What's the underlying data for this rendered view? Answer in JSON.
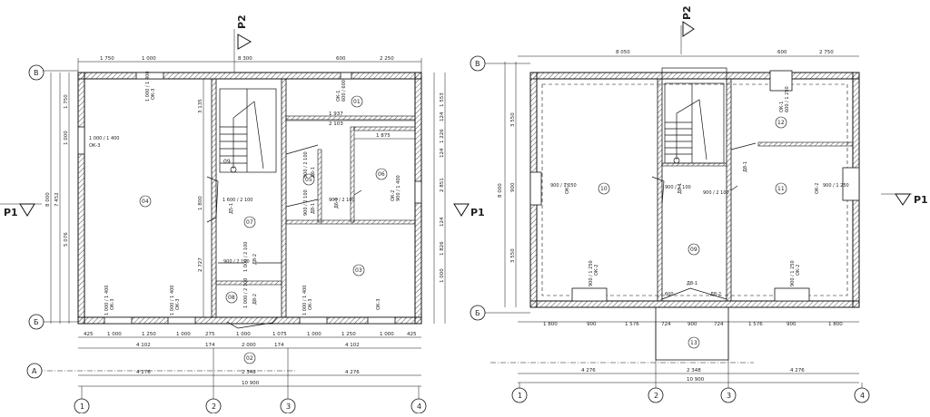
{
  "watermark": "",
  "left_plan": {
    "top_dims": [
      "1 750",
      "1 000",
      "8 300",
      "600",
      "2 250"
    ],
    "left_dims_outer": [
      "8 000"
    ],
    "left_dims_mid": [
      "7 452"
    ],
    "left_dims_inner": [
      "1 750",
      "1 000",
      "5 076"
    ],
    "right_dims": [
      "1 553",
      "124",
      "1 226",
      "124",
      "2 851",
      "124",
      "1 826",
      "1 000"
    ],
    "bottom_row1": [
      "425",
      "1 000",
      "1 250",
      "1 000",
      "275",
      "1 000",
      "1 075",
      "1 000",
      "1 250",
      "1 000",
      "425"
    ],
    "bottom_row2": [
      "4 102",
      "174",
      "2 000",
      "174",
      "4 102"
    ],
    "bottom_row3": [
      "4 276",
      "2 348",
      "4 276"
    ],
    "bottom_total": "10 900",
    "inner_dims": [
      "1 937",
      "2 103",
      "1 875",
      "3 135",
      "1 800",
      "2 727"
    ],
    "door_labels": [
      "Д6-1",
      "Д8-1",
      "Д8-2",
      "Д8-2",
      "Д5-1",
      "Д6-1"
    ],
    "window_labels": [
      "ОК-3",
      "ОК-3",
      "ОК-3",
      "ОК-3",
      "ОК-3",
      "ОК-3",
      "ОК-2",
      "ОК-1"
    ],
    "size_labels": [
      "1 000 / 1 400",
      "1 000 / 1 400",
      "1 000 / 1 400",
      "1 000 / 1 400",
      "1 000 / 1 400",
      "600 / 600",
      "900 / 1 400",
      "900 / 2 100",
      "900 / 2 100",
      "1 600 / 2 100",
      "900 / 2 100",
      "1 000 / 2 100",
      "1 000 / 2 100",
      "900 / 2 100"
    ],
    "rooms": [
      "04",
      "05",
      "06",
      "07",
      "03",
      "08",
      "02",
      "01",
      "09"
    ]
  },
  "right_plan": {
    "top_dims": [
      "8 050",
      "600",
      "2 750"
    ],
    "left_dims": [
      "8 000",
      "3 550",
      "900",
      "3 550"
    ],
    "bottom_row1": [
      "1 800",
      "900",
      "1 576",
      "724",
      "900",
      "724",
      "1 576",
      "900",
      "1 800"
    ],
    "bottom_row2": [
      "4 276",
      "2 348",
      "4 276"
    ],
    "bottom_total": "10 900",
    "window_labels": [
      "ОК-2",
      "ОК-2",
      "ОК-2",
      "ОК-2",
      "ОК-1"
    ],
    "size_labels": [
      "900 / 1 250",
      "900 / 1 250",
      "900 / 1 250",
      "900 / 1 250",
      "900 / 2 100",
      "900 / 2 100",
      "600 / 1 250",
      "600"
    ],
    "door_labels": [
      "Д8-1",
      "Д8-1",
      "Д8-1",
      "Д8-2"
    ],
    "rooms": [
      "10",
      "11",
      "12",
      "09",
      "13"
    ]
  },
  "axes": {
    "letters": [
      "В",
      "Б",
      "А"
    ],
    "numbers": [
      "1",
      "2",
      "3",
      "4"
    ]
  },
  "sections": {
    "p1": "P1",
    "p2": "P2"
  }
}
